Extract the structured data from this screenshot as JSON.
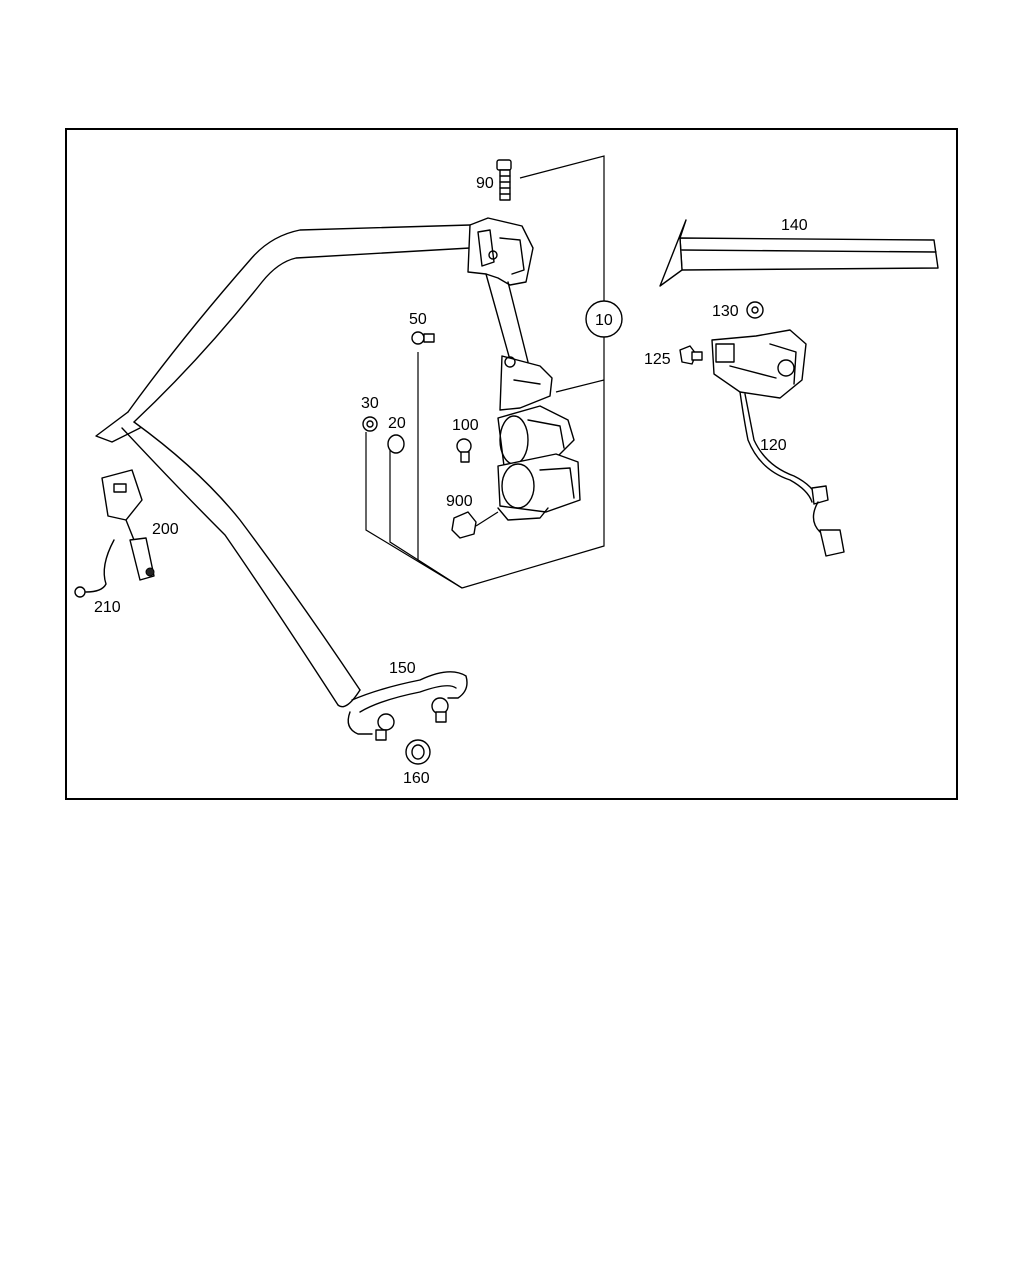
{
  "diagram": {
    "callouts": {
      "c10": "10",
      "c20": "20",
      "c30": "30",
      "c50": "50",
      "c90": "90",
      "c100": "100",
      "c120": "120",
      "c125": "125",
      "c130": "130",
      "c140": "140",
      "c150": "150",
      "c160": "160",
      "c200": "200",
      "c210": "210",
      "c900": "900"
    }
  }
}
